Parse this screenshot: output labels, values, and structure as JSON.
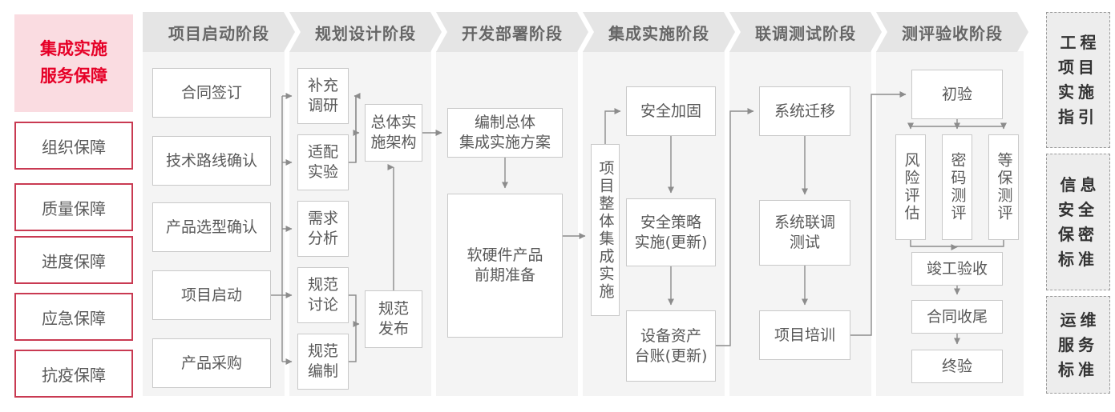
{
  "sidebar": {
    "title": "集成实施\n服务保障",
    "items": [
      "组织保障",
      "质量保障",
      "进度保障",
      "应急保障",
      "抗疫保障"
    ]
  },
  "stages": [
    "项目启动阶段",
    "规划设计阶段",
    "开发部署阶段",
    "集成实施阶段",
    "联调测试阶段",
    "测评验收阶段"
  ],
  "stage1": {
    "boxes": [
      "合同签订",
      "技术路线确认",
      "产品选型确认",
      "项目启动",
      "产品采购"
    ]
  },
  "stage2": {
    "boxes": [
      "补充\n调研",
      "适配\n实验",
      "需求\n分析",
      "规范\n讨论",
      "规范\n编制"
    ],
    "architecture": "总体实\n施架构",
    "release": "规范\n发布"
  },
  "stage3": {
    "plan": "编制总体\n集成实施方案",
    "preparation": "软硬件产品\n前期准备"
  },
  "stage4": {
    "pipeline": "项目整体集成实施",
    "boxes": [
      "安全加固",
      "安全策略\n实施(更新)",
      "设备资产\n台账(更新)"
    ]
  },
  "stage5": {
    "boxes": [
      "系统迁移",
      "系统联调\n测试",
      "项目培训"
    ]
  },
  "stage6": {
    "top": "初验",
    "evaluations": [
      "风险评估",
      "密码测评",
      "等保测评"
    ],
    "bottom": [
      "竣工验收",
      "合同收尾",
      "终验"
    ]
  },
  "right_panels": [
    "工程\n项目\n实施\n指引",
    "信息\n安全\n保密\n标准",
    "运维\n服务\n标准"
  ],
  "colors": {
    "accent_red": "#e60027",
    "pink_bg": "#fadce1",
    "header_band": "#e5e5e5",
    "column_bg": "#f4f4f4",
    "box_border": "#c9c9c9",
    "text_gray": "#595959",
    "connector": "#8c8c8c"
  }
}
